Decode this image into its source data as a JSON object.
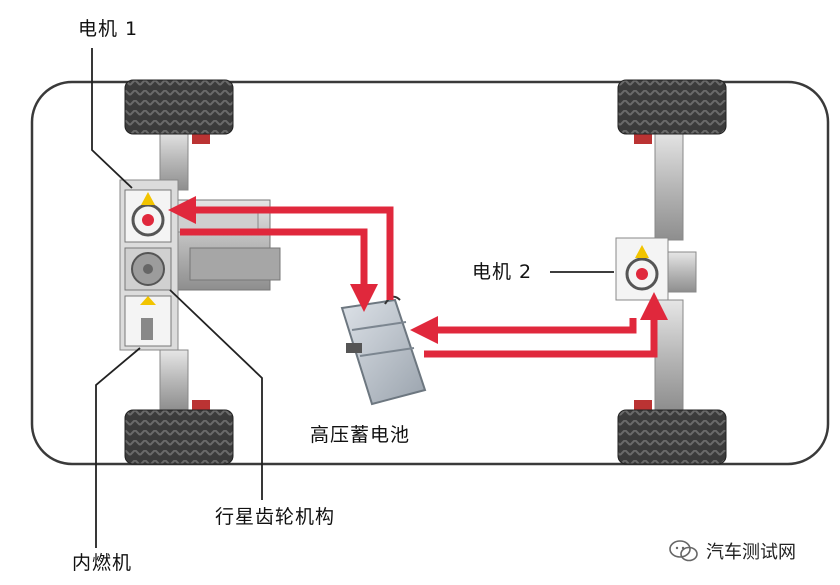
{
  "labels": {
    "motor1": "电机 1",
    "motor2": "电机 2",
    "battery": "高压蓄电池",
    "planetary": "行星齿轮机构",
    "engine": "内燃机"
  },
  "watermark": {
    "text": "汽车测试网",
    "icon": "wechat-icon"
  },
  "colors": {
    "power_flow_arrow": "#e0283c",
    "vehicle_outline": "#3a3a3a",
    "tire": "#3b3b3b",
    "battery": "#b9c0c8"
  }
}
